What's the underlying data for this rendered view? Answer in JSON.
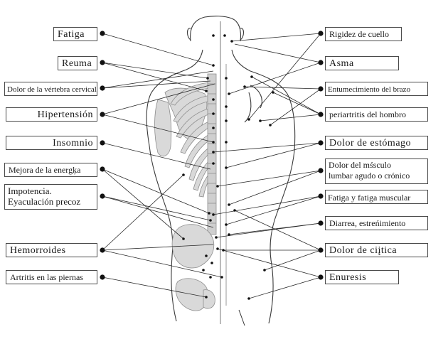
{
  "labels": {
    "left": [
      "Fatiga",
      "Reuma",
      "Dolor de la vértebra cervical",
      "Hipertensión",
      "Insomnio",
      "Mejora de la energķa",
      "Impotencia.\nEyaculación precoz",
      "Hemorroides",
      "Artritis en las piernas"
    ],
    "right": [
      "Rigidez de cuello",
      "Asma",
      "Entumecimiento del brazo",
      "periartritis del hombro",
      "Dolor de estómago",
      "Dolor del mśsculo\nlumbar agudo o crónico",
      "Fatiga y fatiga muscular",
      "Diarrea, estreńimiento",
      "Dolor de ciįtica",
      "Enuresis"
    ]
  },
  "colors": {
    "line": "#2a2a2a",
    "bone": "#d7d7d7",
    "bone_outline": "#8a8a8a",
    "dot": "#111111"
  }
}
